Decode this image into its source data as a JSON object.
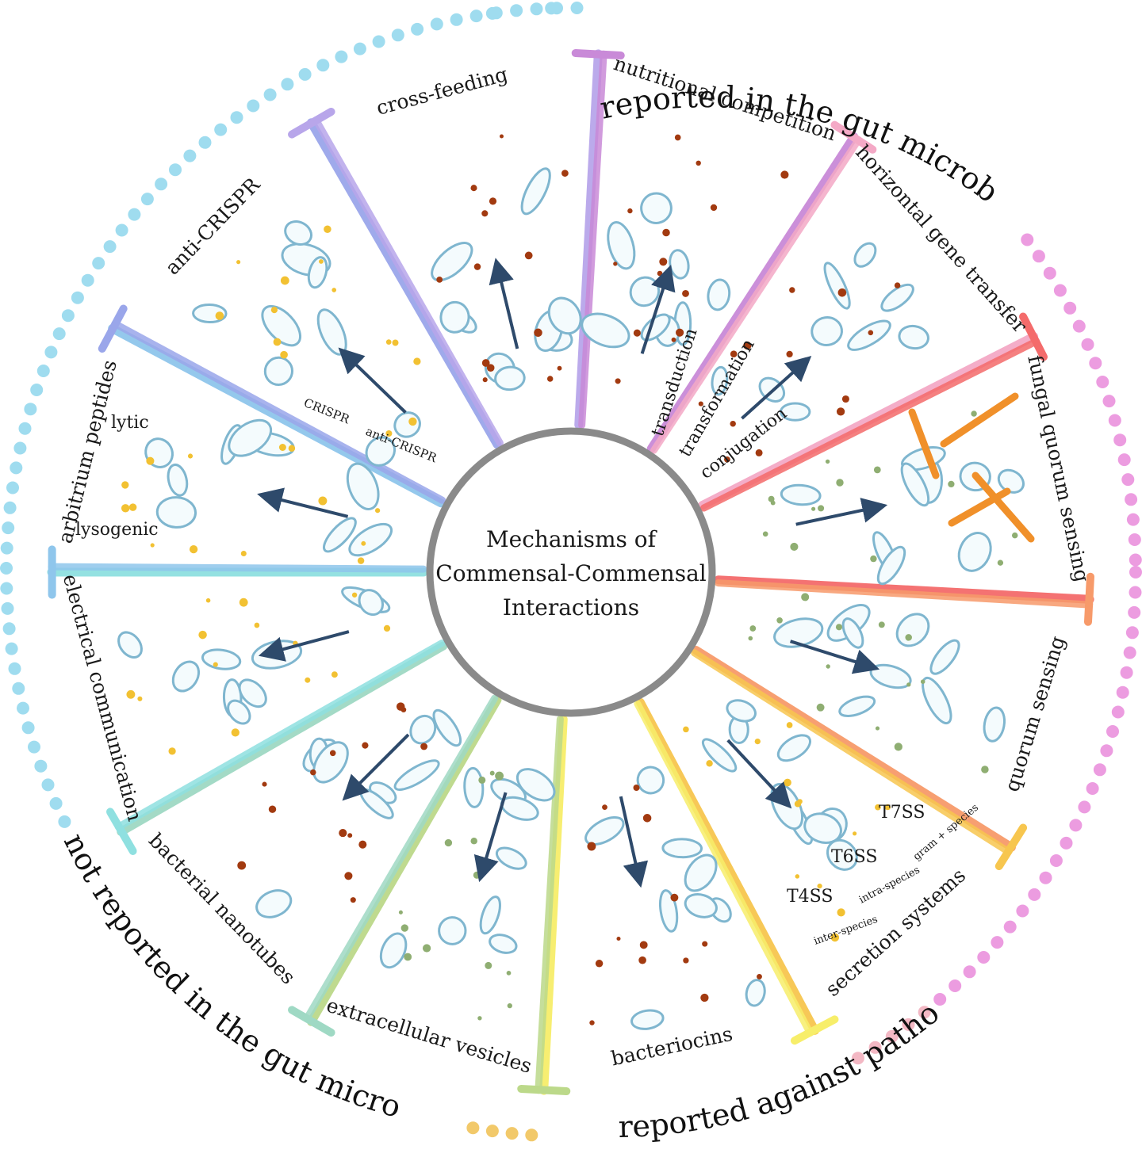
{
  "center": {
    "line1": "Mechanisms of",
    "line2": "Commensal-Commensal",
    "line3": "Interactions"
  },
  "outer_ring": {
    "top_label": "reported in the gut microbiome",
    "bottom_right_label": "reported against pathogens",
    "bottom_left_label": "not reported in the gut microbiome",
    "colors": {
      "gut": "#ec9ce0",
      "pathogens": "#f2c96a",
      "not_reported": "#9fdcef",
      "transition": "#f3b8c4"
    }
  },
  "segments": [
    {
      "id": "nutritional-competition",
      "label": "nutritional competition",
      "color": "#c98ad8"
    },
    {
      "id": "horizontal-gene-transfer",
      "label": "horizontal gene transfer",
      "color": "#f4a9c6"
    },
    {
      "id": "fungal-quorum-sensing",
      "label": "fungal quorum sensing",
      "color": "#f46b6b"
    },
    {
      "id": "quorum-sensing",
      "label": "quorum sensing",
      "color": "#f79a6a"
    },
    {
      "id": "secretion-systems",
      "label": "secretion systems",
      "color": "#f7c64f"
    },
    {
      "id": "bacteriocins",
      "label": "bacteriocins",
      "color": "#f7ee6a"
    },
    {
      "id": "extracellular-vesicles",
      "label": "extracellular vesicles",
      "color": "#bcd98a"
    },
    {
      "id": "bacterial-nanotubes",
      "label": "bacterial nanotubes",
      "color": "#9fd9c4"
    },
    {
      "id": "electrical-communication",
      "label": "electrical communication",
      "color": "#8fe0e0"
    },
    {
      "id": "arbitrium-peptides",
      "label": "arbitrium peptides",
      "color": "#8fc6ec"
    },
    {
      "id": "anti-crispr",
      "label": "anti-CRISPR",
      "color": "#9aa6ea"
    },
    {
      "id": "cross-feeding",
      "label": "cross-feeding",
      "color": "#b8a6ea"
    }
  ],
  "sublabels": {
    "transduction": "transduction",
    "transformation": "transformation",
    "conjugation": "conjugation",
    "lytic": "lytic",
    "lysogenic": "lysogenic",
    "crispr": "CRISPR",
    "anti_crispr": "anti-CRISPR",
    "t4ss": "T4SS",
    "t6ss": "T6SS",
    "t7ss": "T7SS",
    "inter_species": "inter-species",
    "intra_species": "intra-species",
    "gram_species": "gram + species"
  }
}
